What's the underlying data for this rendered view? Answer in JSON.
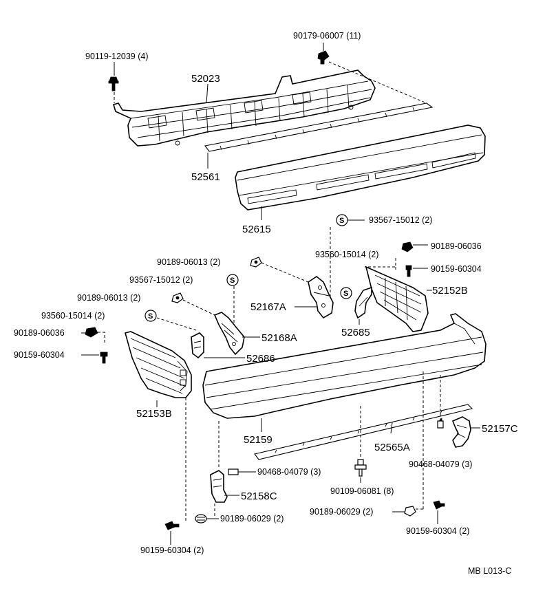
{
  "labels": {
    "c_90179_06007": "90179-06007 (11)",
    "c_90119_12039": "90119-12039 (4)",
    "p_52023": "52023",
    "p_52561": "52561",
    "p_52615": "52615",
    "c_93567_15012_top": "93567-15012 (2)",
    "c_90189_06036_right": "90189-06036",
    "c_93560_15014_right": "93560-15014 (2)",
    "c_90159_60304_right": "90159-60304",
    "p_52152B": "52152B",
    "c_90189_06013_upper": "90189-06013 (2)",
    "c_93567_15012_mid": "93567-15012 (2)",
    "c_90189_06013_lower": "90189-06013 (2)",
    "c_93560_15014_left": "93560-15014 (2)",
    "c_90189_06036_left": "90189-06036",
    "c_90159_60304_left": "90159-60304",
    "p_52167A": "52167A",
    "p_52685": "52685",
    "p_52168A": "52168A",
    "p_52686": "52686",
    "p_52153B": "52153B",
    "p_52159": "52159",
    "p_52565A": "52565A",
    "p_52157C": "52157C",
    "c_90468_04079_right": "90468-04079 (3)",
    "c_90468_04079_left": "90468-04079 (3)",
    "p_52158C": "52158C",
    "c_90109_06081": "90109-06081 (8)",
    "c_90189_06029_right": "90189-06029 (2)",
    "c_90189_06029_left": "90189-06029 (2)",
    "c_90159_60304_bottom_right": "90159-60304 (2)",
    "c_90159_60304_bottom_left": "90159-60304 (2)",
    "s_symbol": "S",
    "footer_code": "MB  L013-C"
  }
}
